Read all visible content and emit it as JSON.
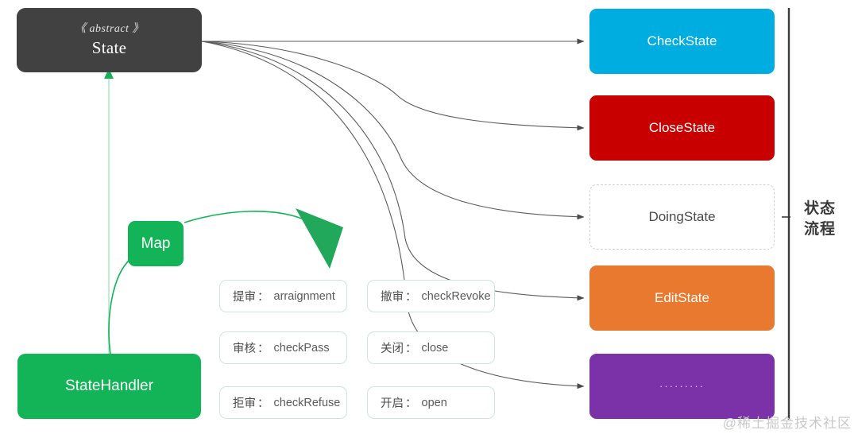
{
  "diagram": {
    "title": "State pattern class diagram",
    "abstract_class": {
      "stereotype": "《 abstract 》",
      "name": "State",
      "color": "#414141"
    },
    "subclasses": [
      {
        "name": "CheckState",
        "color": "#00ade1",
        "style": "solid"
      },
      {
        "name": "CloseState",
        "color": "#c90000",
        "style": "solid"
      },
      {
        "name": "DoingState",
        "color": "#ffffff",
        "style": "dashed"
      },
      {
        "name": "EditState",
        "color": "#e8792e",
        "style": "solid"
      },
      {
        "name": "·········",
        "color": "#7b31a8",
        "style": "solid"
      }
    ],
    "handler": {
      "name": "StateHandler",
      "color": "#12b457"
    },
    "map": {
      "name": "Map",
      "color": "#12b457"
    },
    "mappings": [
      {
        "cn": "提审",
        "colon": "：",
        "en": "arraignment"
      },
      {
        "cn": "撤审",
        "colon": "：",
        "en": "checkRevoke"
      },
      {
        "cn": "审核",
        "colon": "：",
        "en": "checkPass"
      },
      {
        "cn": "关闭",
        "colon": "：",
        "en": "close"
      },
      {
        "cn": "拒审",
        "colon": "：",
        "en": "checkRefuse"
      },
      {
        "cn": "开启",
        "colon": "：",
        "en": "open"
      }
    ],
    "section_label": {
      "line1": "状态",
      "line2": "流程"
    },
    "watermark": "@稀土掘金技术社区",
    "colors": {
      "edge": "#5b5b5b",
      "inherit_green": "#12b457",
      "inherit_line": "#c6e8d6",
      "divider": "#3a3a3a",
      "chip_border": "#cfe5dc"
    }
  }
}
